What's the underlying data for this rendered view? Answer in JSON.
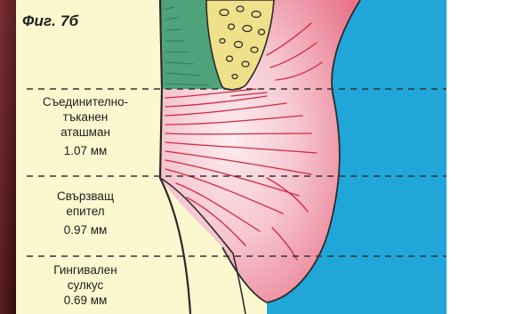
{
  "figure": {
    "title": "Фиг. 7б"
  },
  "zones": [
    {
      "lines": [
        "Съединително-",
        "тъканен",
        "аташман"
      ],
      "value": "1.07 мм"
    },
    {
      "lines": [
        "Свързващ",
        "епител"
      ],
      "value": "0.97 мм"
    },
    {
      "lines": [
        "Гингивален",
        "сулкус"
      ],
      "value": "0.69 мм"
    }
  ],
  "colors": {
    "tooth": "#fbf7cf",
    "gingiva": "#e8738a",
    "gingiva_light": "#f6c6cf",
    "bone": "#efe08a",
    "periodontal_ligament": "#4fa37a",
    "sulcus_space": "#21a6d9",
    "left_photo": "#5a1e22",
    "fibers": "#d4283f",
    "outline": "#2a2a2a",
    "dashed_lines": "#333333"
  }
}
